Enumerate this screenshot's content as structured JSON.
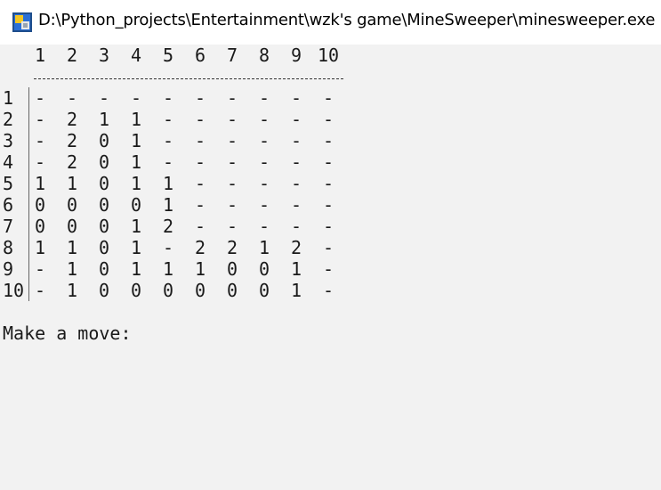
{
  "window": {
    "title": "D:\\Python_projects\\Entertainment\\wzk's game\\MineSweeper\\minesweeper.exe",
    "background": "#f2f2f2"
  },
  "board": {
    "column_headers": [
      "1",
      "2",
      "3",
      "4",
      "5",
      "6",
      "7",
      "8",
      "9",
      "10"
    ],
    "row_labels": [
      "1",
      "2",
      "3",
      "4",
      "5",
      "6",
      "7",
      "8",
      "9",
      "10"
    ],
    "rows": [
      [
        "-",
        "-",
        "-",
        "-",
        "-",
        "-",
        "-",
        "-",
        "-",
        "-"
      ],
      [
        "-",
        "2",
        "1",
        "1",
        "-",
        "-",
        "-",
        "-",
        "-",
        "-"
      ],
      [
        "-",
        "2",
        "0",
        "1",
        "-",
        "-",
        "-",
        "-",
        "-",
        "-"
      ],
      [
        "-",
        "2",
        "0",
        "1",
        "-",
        "-",
        "-",
        "-",
        "-",
        "-"
      ],
      [
        "1",
        "1",
        "0",
        "1",
        "1",
        "-",
        "-",
        "-",
        "-",
        "-"
      ],
      [
        "0",
        "0",
        "0",
        "0",
        "1",
        "-",
        "-",
        "-",
        "-",
        "-"
      ],
      [
        "0",
        "0",
        "0",
        "1",
        "2",
        "-",
        "-",
        "-",
        "-",
        "-"
      ],
      [
        "1",
        "1",
        "0",
        "1",
        "-",
        "2",
        "2",
        "1",
        "2",
        "-"
      ],
      [
        "-",
        "1",
        "0",
        "1",
        "1",
        "1",
        "0",
        "0",
        "1",
        "-"
      ],
      [
        "-",
        "1",
        "0",
        "0",
        "0",
        "0",
        "0",
        "0",
        "1",
        "-"
      ]
    ]
  },
  "prompt": {
    "text": "Make a move:"
  }
}
